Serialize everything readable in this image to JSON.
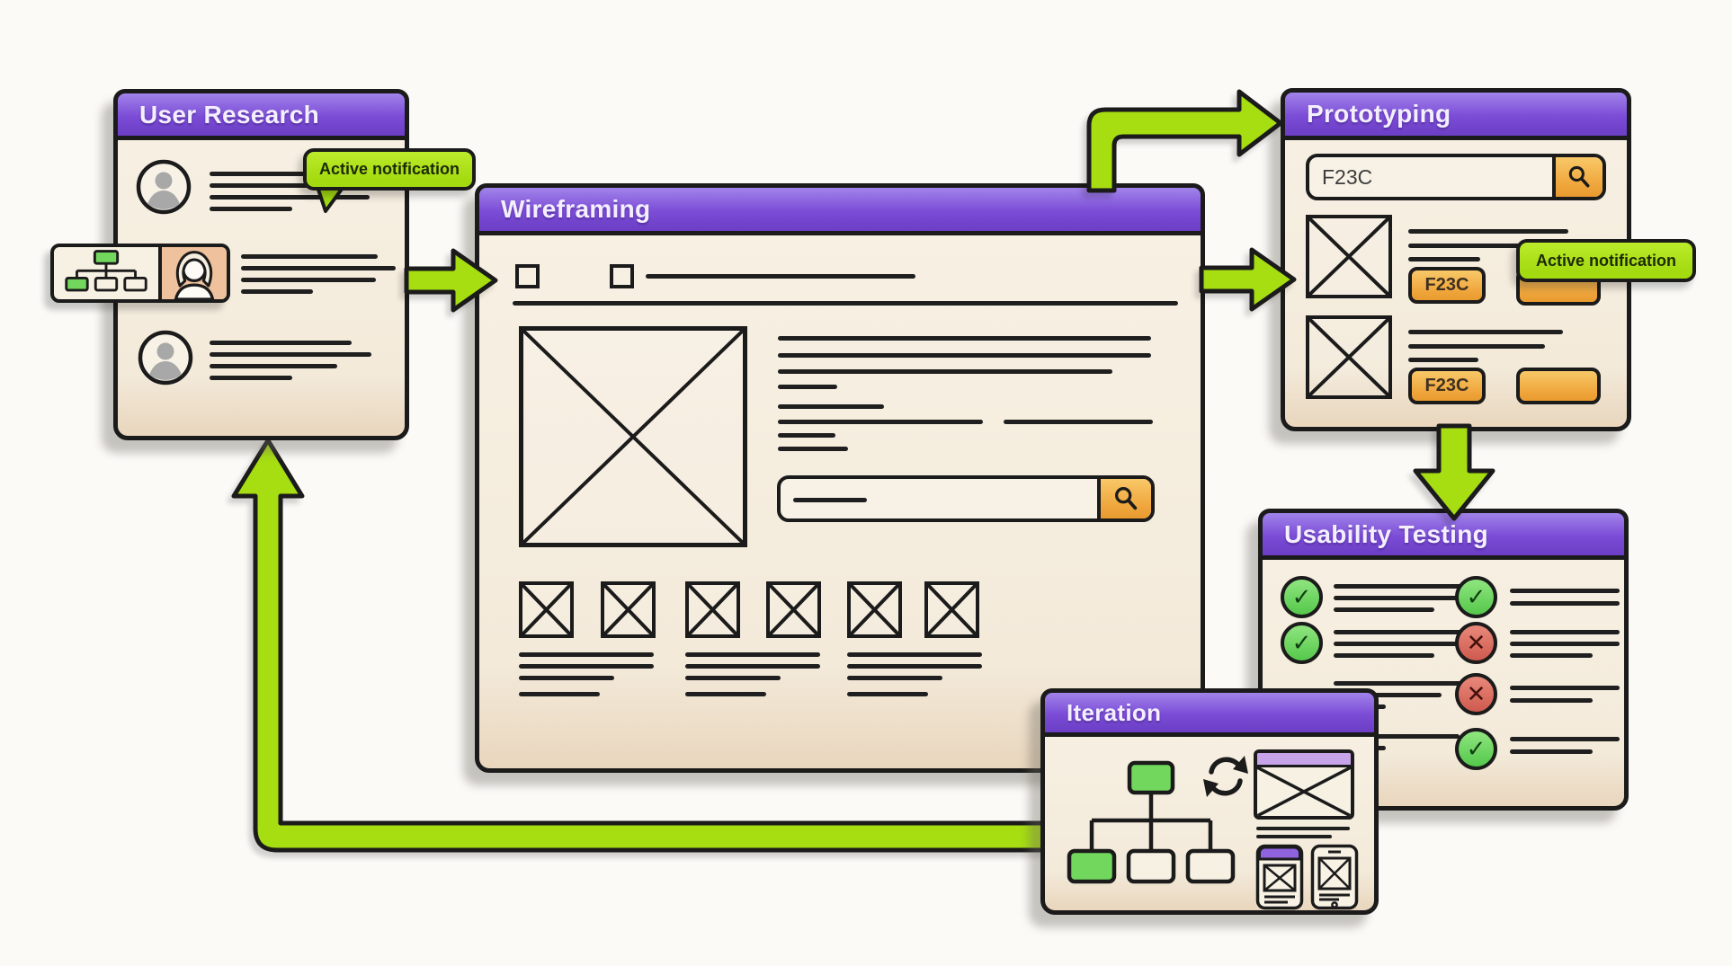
{
  "panels": {
    "user_research": {
      "title": "User Research"
    },
    "wireframing": {
      "title": "Wireframing"
    },
    "prototyping": {
      "title": "Prototyping",
      "search_value": "F23C",
      "tag_buttons": [
        "F23C",
        "F23C"
      ]
    },
    "usability_testing": {
      "title": "Usability Testing"
    },
    "iteration": {
      "title": "Iteration"
    }
  },
  "notifications": {
    "user_research_label": "Active notification",
    "prototyping_label": "Active notification"
  },
  "glyphs": {
    "check": "✓",
    "cross": "✕"
  },
  "icons": {
    "search": "magnifier-icon",
    "refresh": "refresh-cycle-icon",
    "check": "checkmark-icon",
    "cross": "cross-icon",
    "user": "user-avatar-icon",
    "woman": "woman-avatar-icon",
    "sitemap": "sitemap-icon"
  },
  "colors": {
    "header_purple": "#7B4CD6",
    "panel_cream": "#F5EDDD",
    "arrow_green": "#A6DE12",
    "accent_orange": "#EFA63C",
    "success_green": "#55C84B",
    "error_red": "#CF5A4E",
    "outline": "#1B1B1B"
  }
}
